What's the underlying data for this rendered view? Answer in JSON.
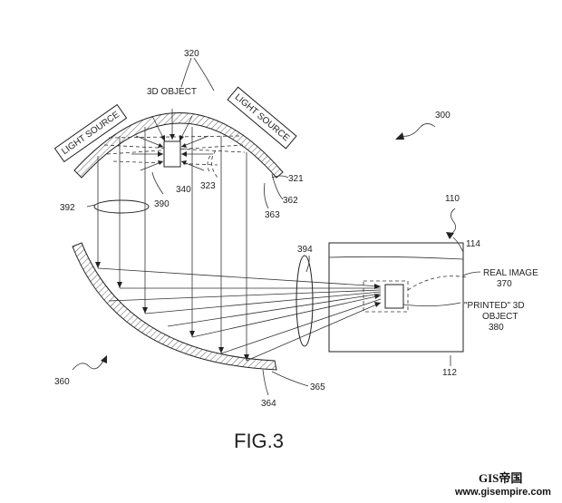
{
  "labels": {
    "ref_300": "300",
    "ref_320": "320",
    "object_3d": "3D OBJECT",
    "light_source_left": "LIGHT SOURCE",
    "light_source_right": "LIGHT SOURCE",
    "ref_321": "321",
    "ref_323": "323",
    "ref_340": "340",
    "ref_390": "390",
    "ref_362": "362",
    "ref_363": "363",
    "ref_392": "392",
    "ref_110": "110",
    "ref_114": "114",
    "ref_394": "394",
    "real_image_line1": "REAL IMAGE",
    "real_image_line2": "370",
    "printed_line1": "\"PRINTED\" 3D",
    "printed_line2": "OBJECT",
    "printed_line3": "380",
    "ref_112": "112",
    "ref_360": "360",
    "ref_364": "364",
    "ref_365": "365"
  },
  "caption": "FIG.3",
  "watermark": {
    "line1": "GIS帝国",
    "line2": "www.gisempire.com"
  }
}
